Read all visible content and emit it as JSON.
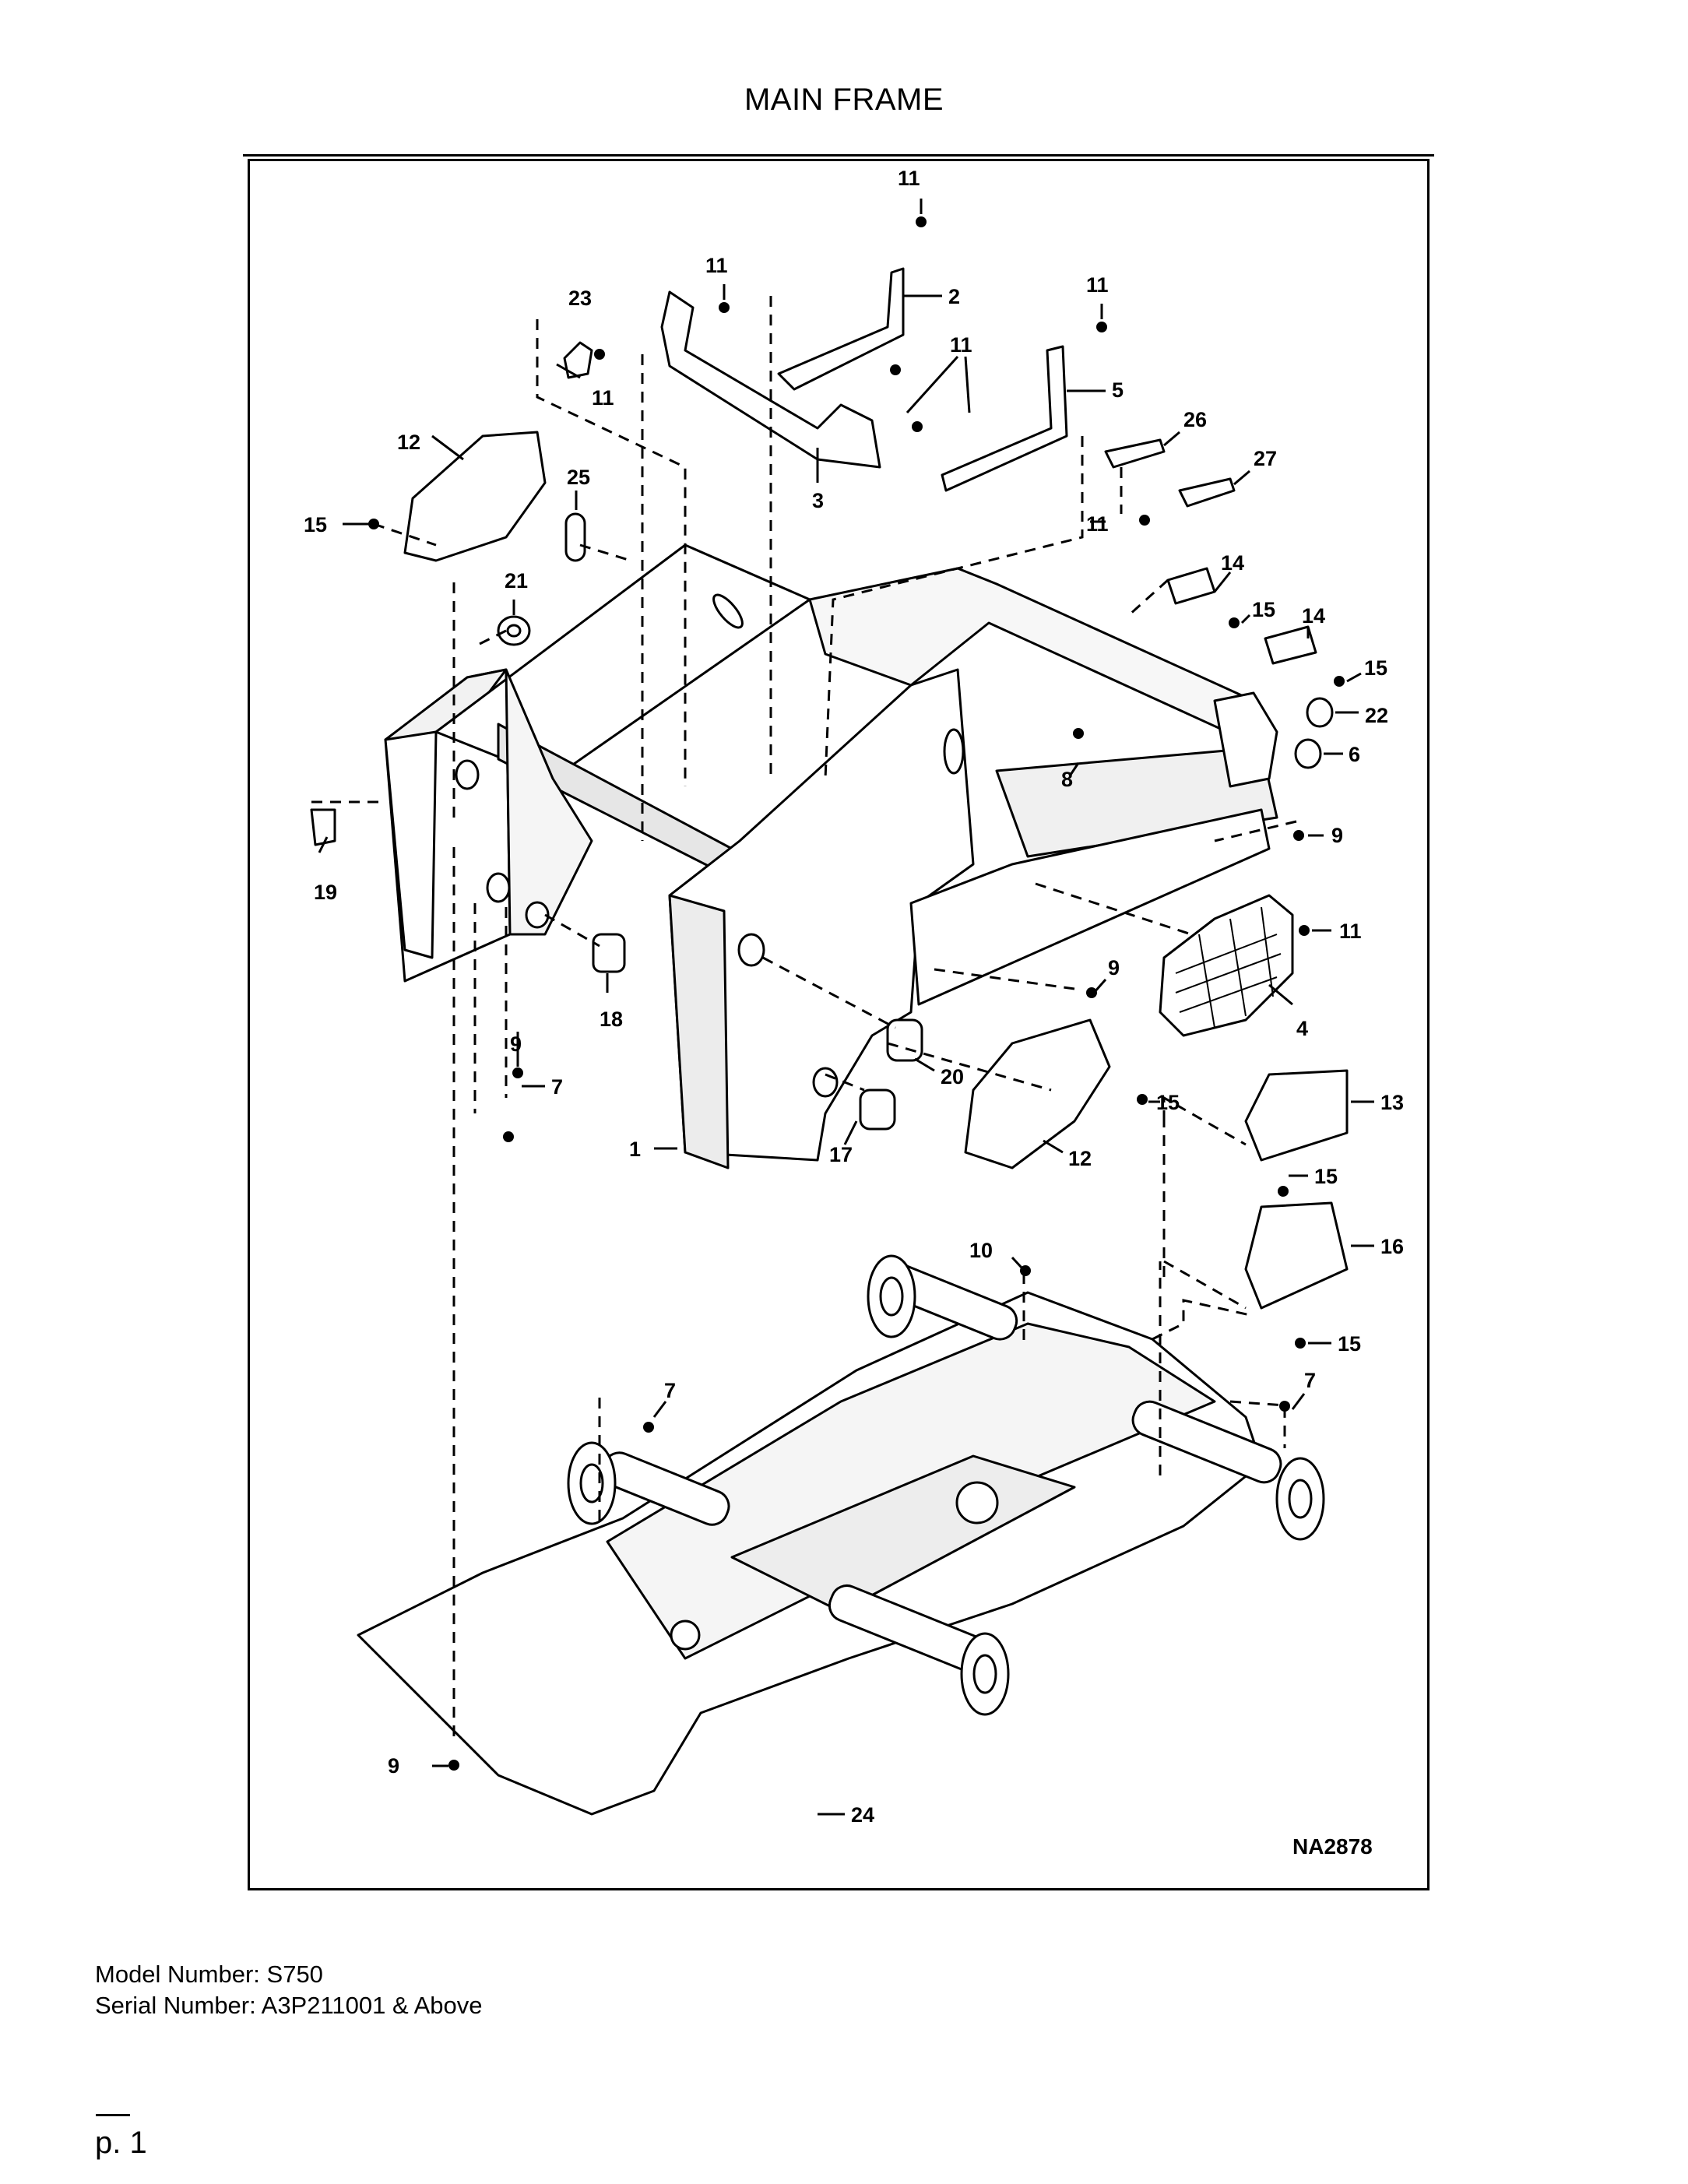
{
  "page": {
    "title": "MAIN FRAME",
    "drawing_code": "NA2878",
    "model_number": "Model Number: S750",
    "serial_number": "Serial Number: A3P211001 & Above",
    "page_number": "p. 1"
  },
  "callouts": {
    "c1": "1",
    "c2": "2",
    "c3": "3",
    "c4": "4",
    "c5": "5",
    "c6": "6",
    "c7a": "7",
    "c7b": "7",
    "c7c": "7",
    "c8": "8",
    "c9a": "9",
    "c9b": "9",
    "c9c": "9",
    "c9d": "9",
    "c10": "10",
    "c11a": "11",
    "c11b": "11",
    "c11c": "11",
    "c11d": "11",
    "c11e": "11",
    "c11f": "11",
    "c11g": "11",
    "c12a": "12",
    "c12b": "12",
    "c13": "13",
    "c14a": "14",
    "c14b": "14",
    "c15a": "15",
    "c15b": "15",
    "c15c": "15",
    "c15d": "15",
    "c15e": "15",
    "c15f": "15",
    "c16": "16",
    "c17": "17",
    "c18": "18",
    "c19": "19",
    "c20": "20",
    "c21": "21",
    "c22": "22",
    "c23": "23",
    "c24": "24",
    "c25": "25",
    "c26": "26",
    "c27": "27"
  }
}
